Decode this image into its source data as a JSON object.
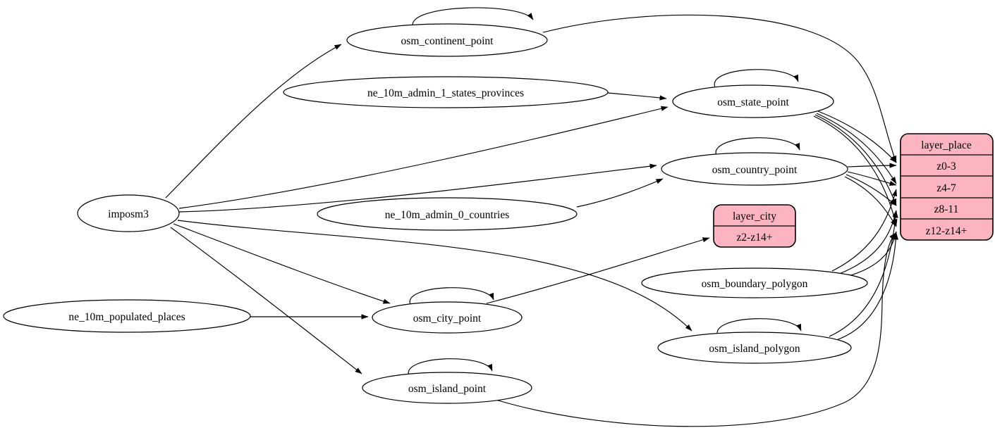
{
  "diagram": {
    "background_color": "#ffffff",
    "edge_color": "#000000",
    "node_fill_color": "#ffffff",
    "record_fill_color": "#fcb4c1",
    "nodes": {
      "imposm3": {
        "label": "imposm3",
        "shape": "ellipse"
      },
      "osm_continent_point": {
        "label": "osm_continent_point",
        "shape": "ellipse",
        "self_loop": true
      },
      "ne_10m_admin_1_states_provinces": {
        "label": "ne_10m_admin_1_states_provinces",
        "shape": "ellipse"
      },
      "osm_state_point": {
        "label": "osm_state_point",
        "shape": "ellipse",
        "self_loop": true
      },
      "osm_country_point": {
        "label": "osm_country_point",
        "shape": "ellipse",
        "self_loop": true
      },
      "ne_10m_admin_0_countries": {
        "label": "ne_10m_admin_0_countries",
        "shape": "ellipse"
      },
      "layer_city": {
        "title": "layer_city",
        "rows": [
          "z2-z14+"
        ],
        "shape": "record"
      },
      "osm_boundary_polygon": {
        "label": "osm_boundary_polygon",
        "shape": "ellipse"
      },
      "osm_city_point": {
        "label": "osm_city_point",
        "shape": "ellipse",
        "self_loop": true
      },
      "ne_10m_populated_places": {
        "label": "ne_10m_populated_places",
        "shape": "ellipse"
      },
      "osm_island_polygon": {
        "label": "osm_island_polygon",
        "shape": "ellipse",
        "self_loop": true
      },
      "osm_island_point": {
        "label": "osm_island_point",
        "shape": "ellipse",
        "self_loop": true
      },
      "layer_place": {
        "title": "layer_place",
        "rows": [
          "z0-3",
          "z4-7",
          "z8-11",
          "z12-z14+"
        ],
        "shape": "record"
      }
    },
    "edges": [
      {
        "from": "imposm3",
        "to": "osm_continent_point"
      },
      {
        "from": "imposm3",
        "to": "osm_state_point"
      },
      {
        "from": "imposm3",
        "to": "osm_country_point"
      },
      {
        "from": "imposm3",
        "to": "osm_city_point"
      },
      {
        "from": "imposm3",
        "to": "osm_island_point"
      },
      {
        "from": "imposm3",
        "to": "osm_island_polygon"
      },
      {
        "from": "ne_10m_admin_1_states_provinces",
        "to": "osm_state_point"
      },
      {
        "from": "ne_10m_admin_0_countries",
        "to": "osm_country_point"
      },
      {
        "from": "ne_10m_populated_places",
        "to": "osm_city_point"
      },
      {
        "from": "osm_continent_point",
        "to": "osm_continent_point"
      },
      {
        "from": "osm_state_point",
        "to": "osm_state_point"
      },
      {
        "from": "osm_country_point",
        "to": "osm_country_point"
      },
      {
        "from": "osm_city_point",
        "to": "osm_city_point"
      },
      {
        "from": "osm_island_point",
        "to": "osm_island_point"
      },
      {
        "from": "osm_island_polygon",
        "to": "osm_island_polygon"
      },
      {
        "from": "osm_continent_point",
        "to": "layer_place",
        "row": "z0-3"
      },
      {
        "from": "osm_state_point",
        "to": "layer_place",
        "row": "z0-3"
      },
      {
        "from": "osm_state_point",
        "to": "layer_place",
        "row": "z4-7"
      },
      {
        "from": "osm_state_point",
        "to": "layer_place",
        "row": "z8-11"
      },
      {
        "from": "osm_state_point",
        "to": "layer_place",
        "row": "z12-z14+"
      },
      {
        "from": "osm_country_point",
        "to": "layer_place",
        "row": "z0-3"
      },
      {
        "from": "osm_country_point",
        "to": "layer_place",
        "row": "z4-7"
      },
      {
        "from": "osm_country_point",
        "to": "layer_place",
        "row": "z8-11"
      },
      {
        "from": "osm_country_point",
        "to": "layer_place",
        "row": "z12-z14+"
      },
      {
        "from": "osm_city_point",
        "to": "layer_city",
        "row": "z2-z14+"
      },
      {
        "from": "osm_boundary_polygon",
        "to": "layer_place",
        "row": "z4-7"
      },
      {
        "from": "osm_boundary_polygon",
        "to": "layer_place",
        "row": "z8-11"
      },
      {
        "from": "osm_boundary_polygon",
        "to": "layer_place",
        "row": "z12-z14+"
      },
      {
        "from": "osm_island_polygon",
        "to": "layer_place",
        "row": "z8-11"
      },
      {
        "from": "osm_island_polygon",
        "to": "layer_place",
        "row": "z12-z14+"
      },
      {
        "from": "osm_island_point",
        "to": "layer_place",
        "row": "z12-z14+"
      }
    ]
  }
}
